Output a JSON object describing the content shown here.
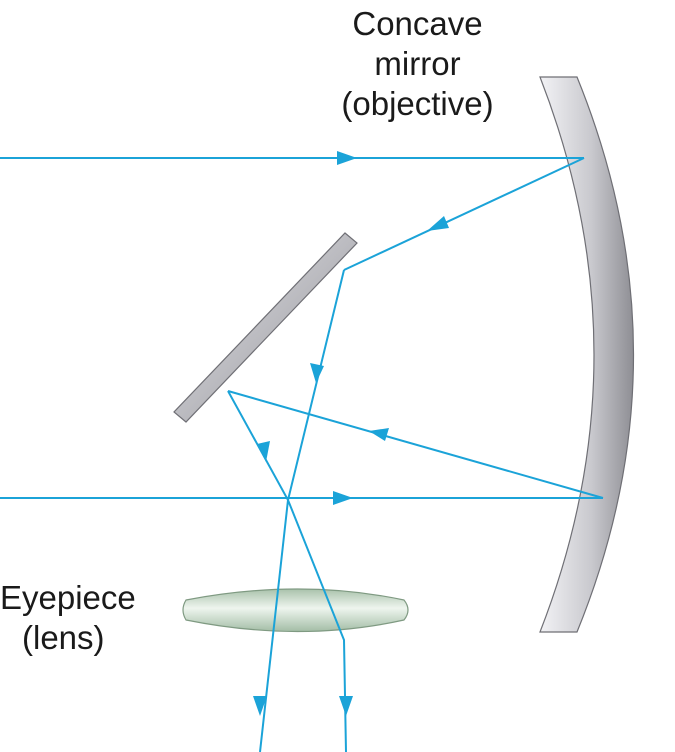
{
  "labels": {
    "mirror": [
      "Concave",
      "mirror",
      "(objective)"
    ],
    "eyepiece": [
      "Eyepiece",
      "(lens)"
    ]
  },
  "colors": {
    "ray": "#1ba3d8",
    "mirror_dark": "#8a8a90",
    "mirror_light": "#e6e6ea",
    "lens_fill": "#c8dcc8",
    "lens_stroke": "#7f9a82"
  }
}
